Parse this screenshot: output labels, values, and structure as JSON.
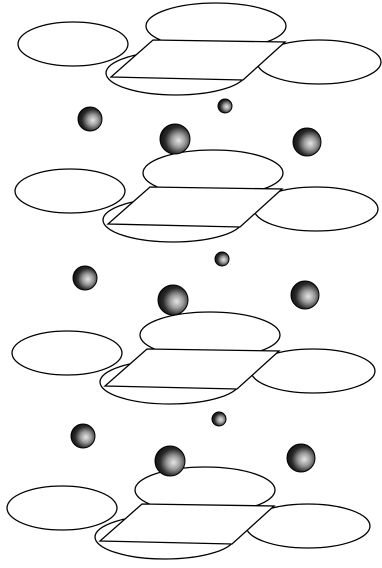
{
  "diagram": {
    "type": "layered-structure",
    "layer_count": 4,
    "ion_row_count": 3,
    "colors": {
      "background": "#ffffff",
      "outline": "#000000",
      "sphere_dark": "#000000",
      "sphere_highlight": "#e6e6e6"
    }
  }
}
